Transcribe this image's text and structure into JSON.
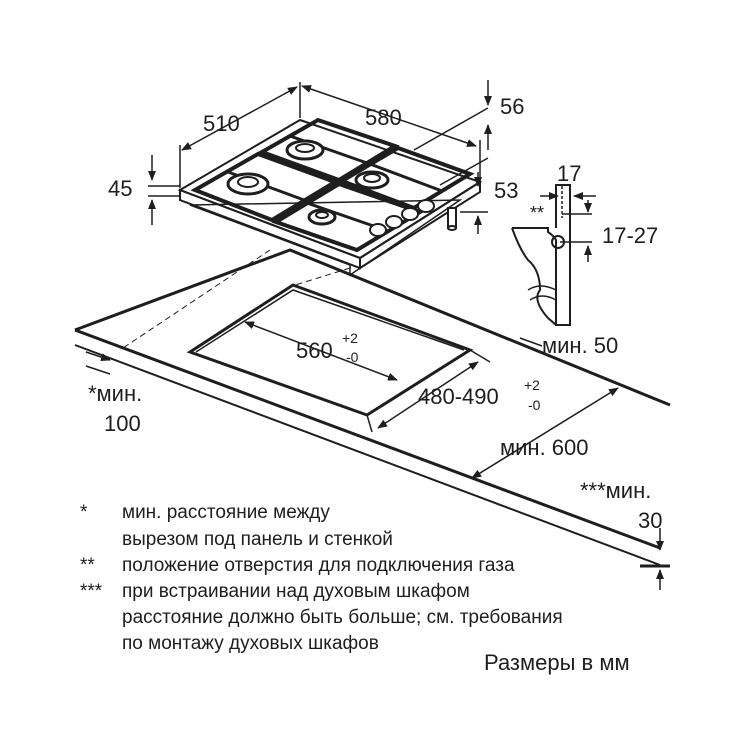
{
  "dimensions": {
    "hob_depth": "510",
    "hob_width": "580",
    "hob_height_total": "56",
    "hob_thickness": "45",
    "knob_height": "53",
    "gas_offset_top": "17",
    "gas_marker": "**",
    "gas_range": "17-27",
    "min_50": "мин. 50",
    "cutout_width": "560",
    "cutout_width_tol_plus": "+2",
    "cutout_width_tol_minus": "-0",
    "cutout_depth": "480-490",
    "cutout_depth_tol_plus": "+2",
    "cutout_depth_tol_minus": "-0",
    "min_600": "мин. 600",
    "min_100_line1": "*мин.",
    "min_100_line2": "100",
    "min_30_line1": "***мин.",
    "min_30_line2": "30"
  },
  "notes": [
    {
      "marker": "*",
      "lines": [
        "мин. расстояние между",
        "вырезом под панель и стенкой"
      ]
    },
    {
      "marker": "**",
      "lines": [
        "положение отверстия для подключения газа"
      ]
    },
    {
      "marker": "***",
      "lines": [
        "при встраивании над духовым шкафом",
        "расстояние должно быть больше; см. требования",
        "по монтажу духовых шкафов"
      ]
    }
  ],
  "units_label": "Размеры в мм"
}
